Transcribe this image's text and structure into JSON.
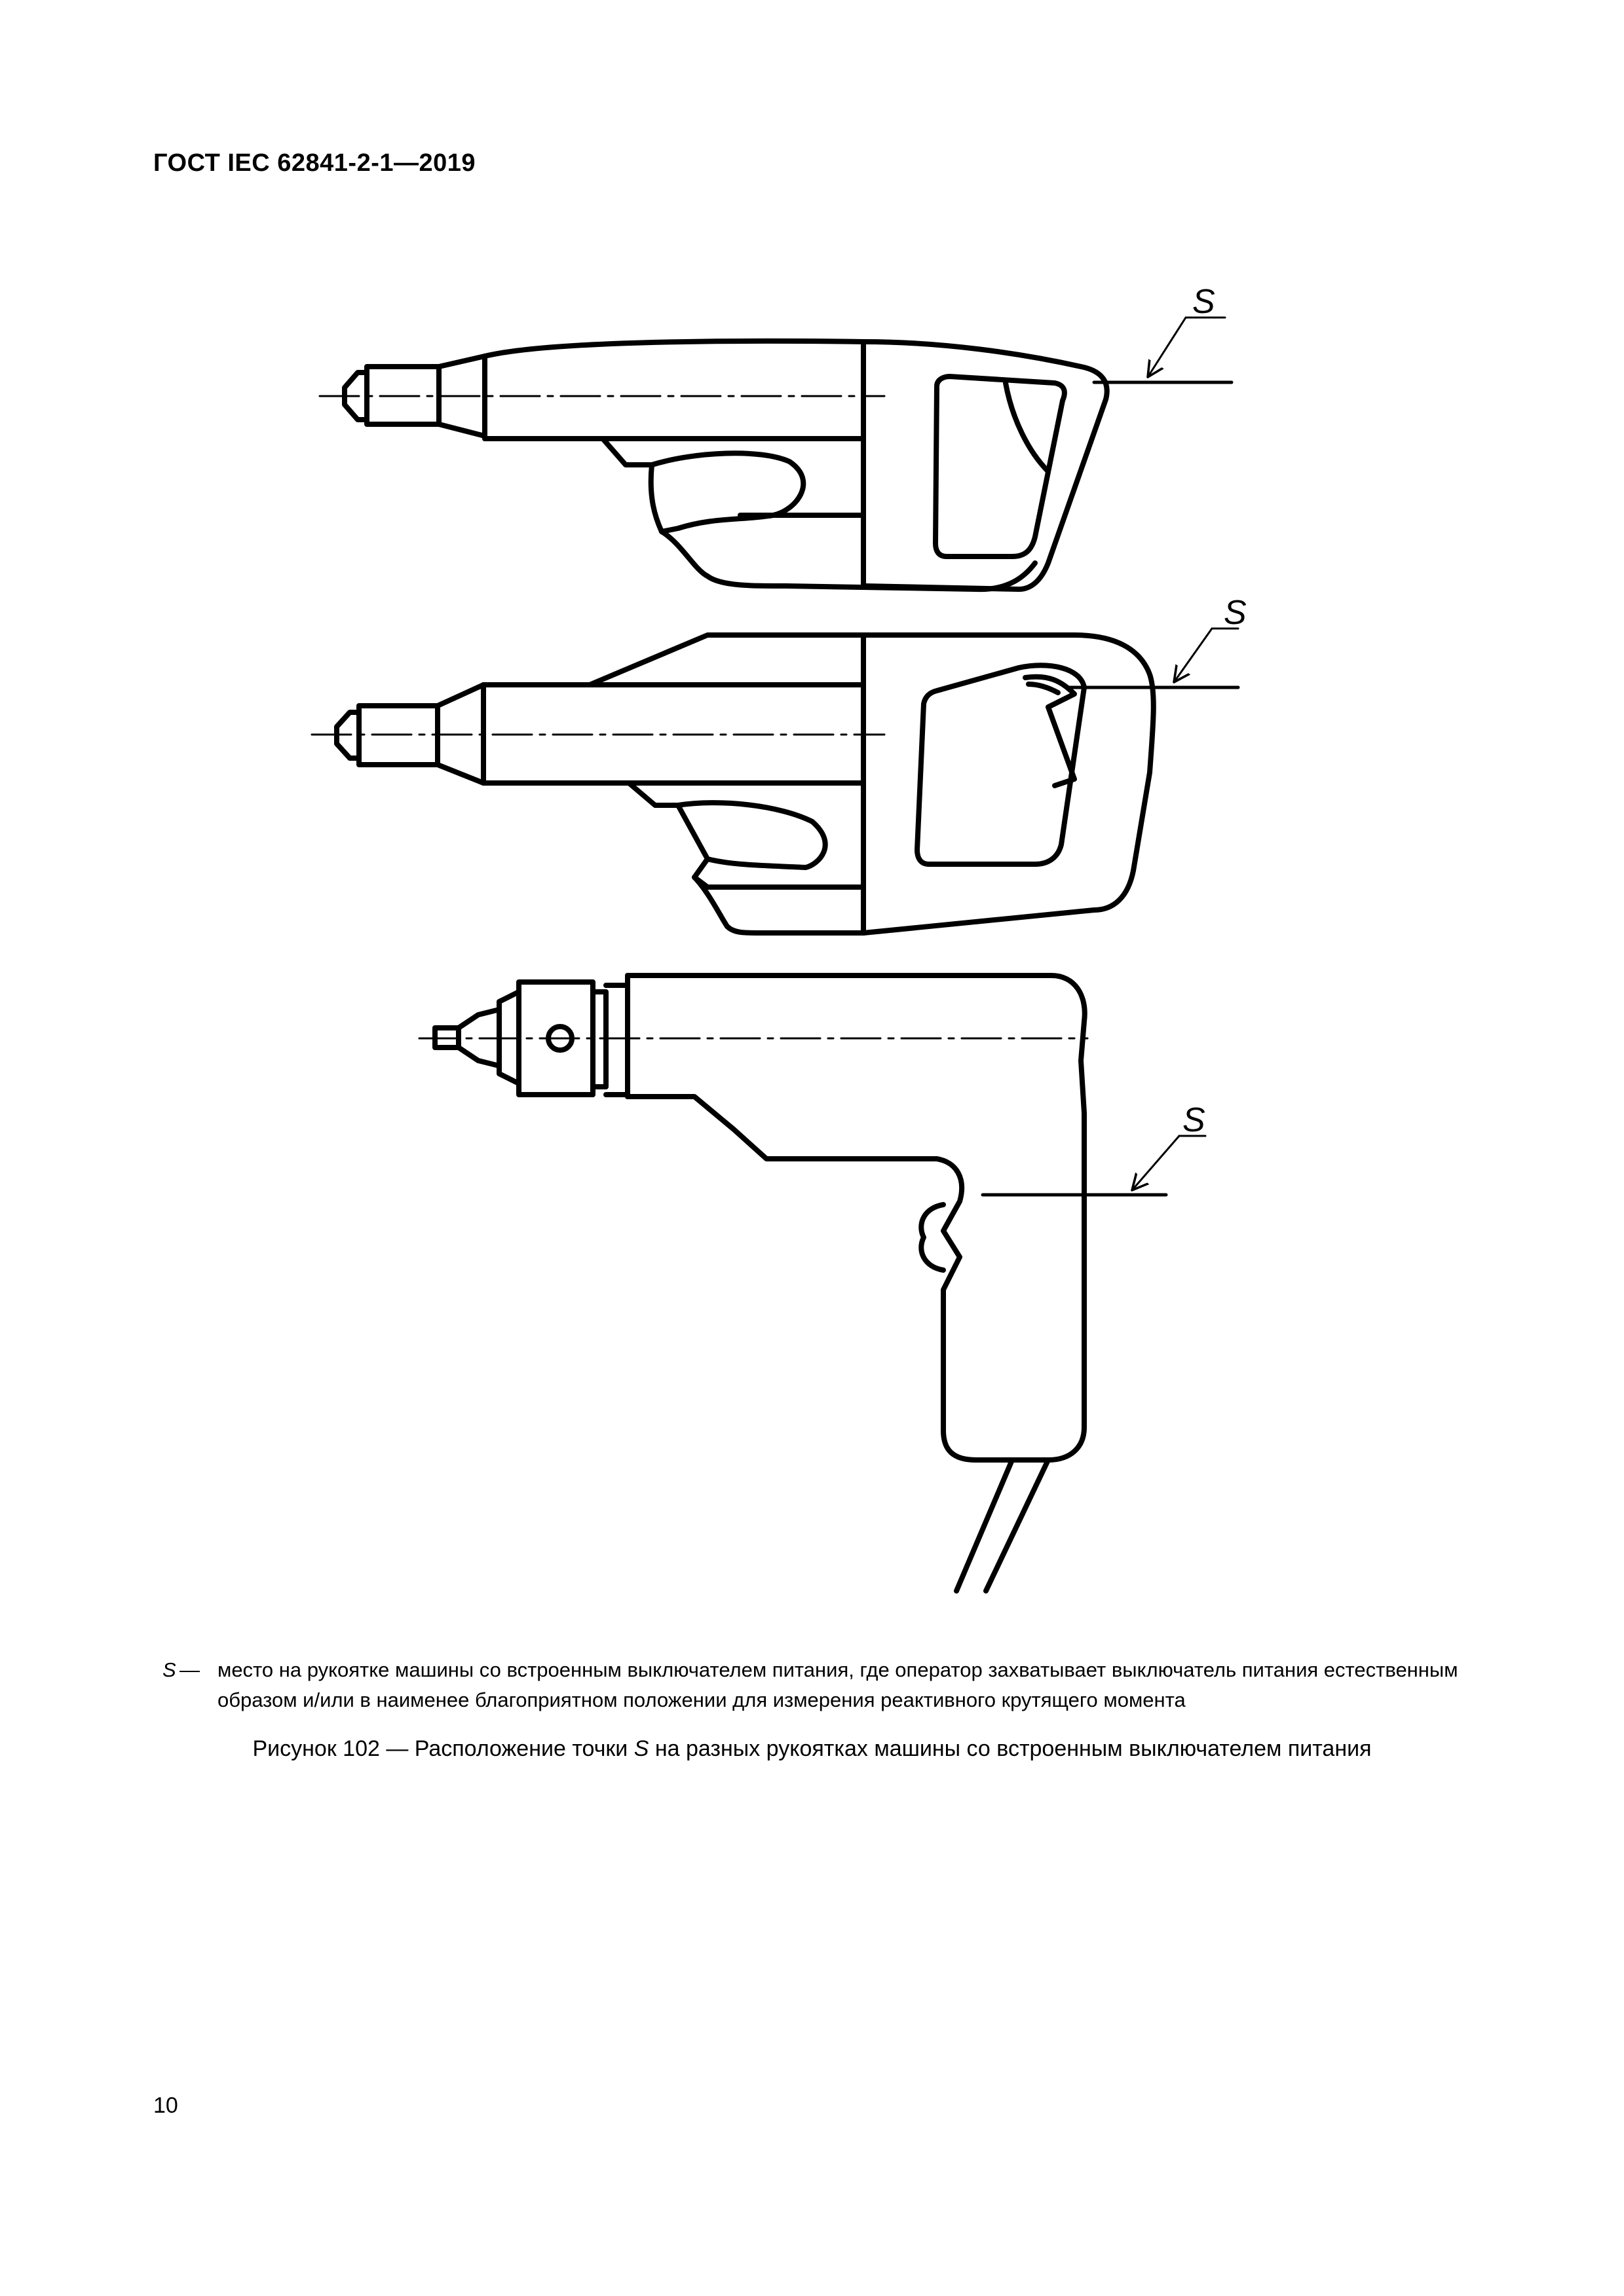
{
  "header": {
    "standard": "ГОСТ IEC 62841-2-1—2019"
  },
  "figure": {
    "point_label": "S"
  },
  "legend": {
    "symbol": "S",
    "dash": "—",
    "text": "место на рукоятке машины со встроенным выключателем питания, где оператор захватывает выключатель питания естественным образом и/или в наименее благоприятном положении для измерения реактивного крутящего момента"
  },
  "caption": {
    "prefix": "Рисунок 102 — Расположение точки ",
    "symbol": "S",
    "suffix": " на разных рукоятках машины со встроенным выключателем питания"
  },
  "page": {
    "number": "10"
  }
}
